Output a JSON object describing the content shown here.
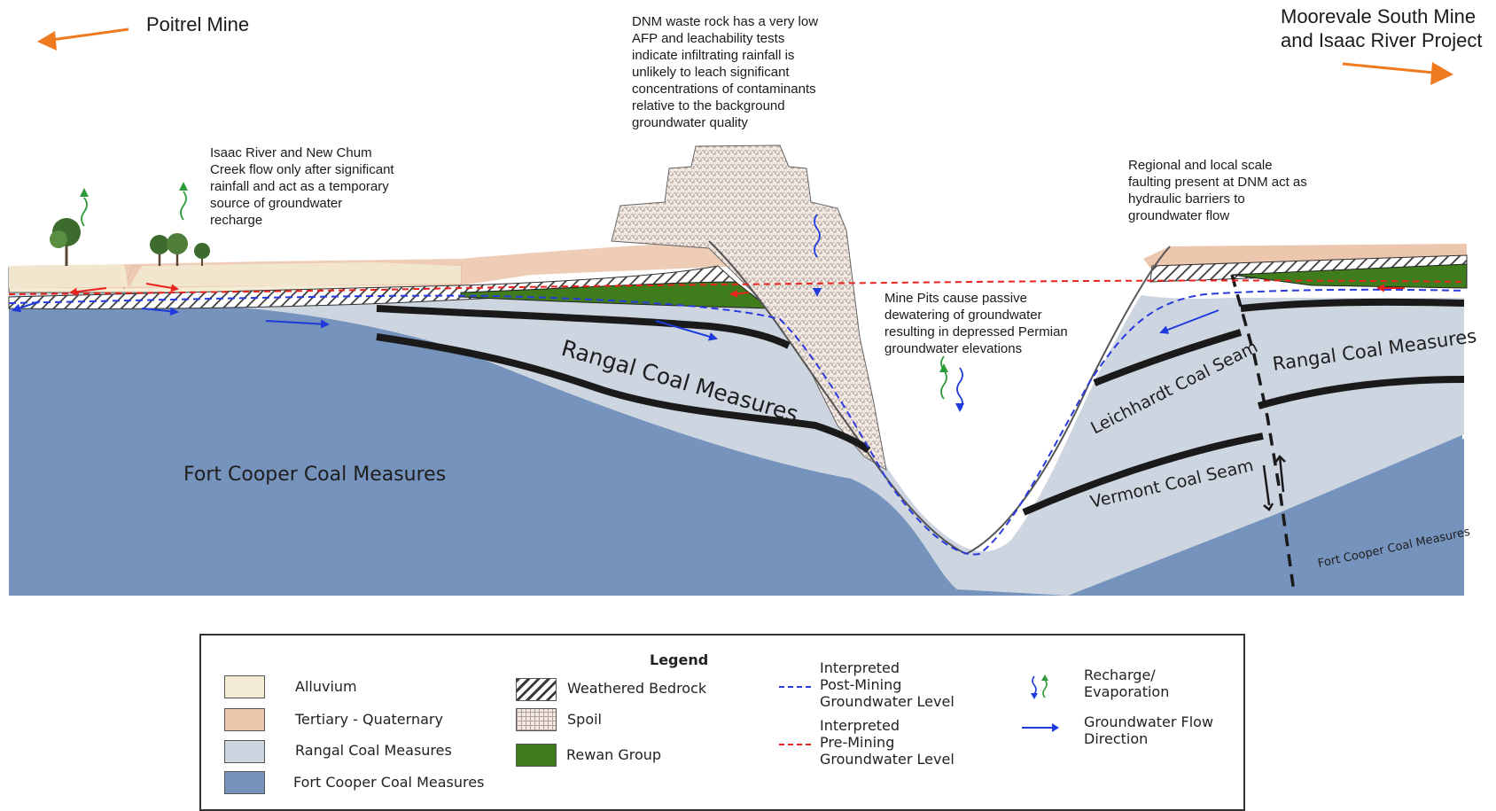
{
  "labels": {
    "poitrel": "Poitrel Mine",
    "moorevale": "Moorevale South Mine\nand Isaac River Project",
    "dnm_note": "DNM waste rock has a very low\nAFP and leachability tests\nindicate infiltrating rainfall is\nunlikely to leach significant\nconcentrations of contaminants\nrelative to the background\ngroundwater quality",
    "isaac_note": "Isaac River and New Chum\nCreek flow only after significant\nrainfall and act as a temporary\nsource of groundwater\nrecharge",
    "faulting_note": "Regional and local scale\nfaulting present at DNM act as\nhydraulic barriers to\ngroundwater flow",
    "pits_note": "Mine Pits cause passive\ndewatering of groundwater\nresulting in depressed Permian\ngroundwater elevations",
    "rangal_left": "Rangal Coal Measures",
    "rangal_right": "Rangal Coal Measures",
    "fort_cooper_left": "Fort Cooper Coal Measures",
    "fort_cooper_right": "Fort Cooper Coal Measures",
    "leichhardt": "Leichhardt Coal Seam",
    "vermont": "Vermont Coal Seam"
  },
  "legend": {
    "title": "Legend",
    "alluvium": "Alluvium",
    "tertiary": "Tertiary - Quaternary",
    "rangal": "Rangal Coal Measures",
    "fort_cooper": "Fort Cooper Coal Measures",
    "weathered": "Weathered Bedrock",
    "spoil": "Spoil",
    "rewan": "Rewan Group",
    "post_mining": "Interpreted\nPost-Mining\nGroundwater Level",
    "pre_mining": "Interpreted\nPre-Mining\nGroundwater Level",
    "recharge": "Recharge/\nEvaporation",
    "flow": "Groundwater Flow\nDirection"
  },
  "colors": {
    "alluvium": "#f3ebd3",
    "tertiary": "#ecc6ad",
    "rangal": "#cdd5e0",
    "fort_cooper": "#7593bc",
    "rewan": "#3f7d1c",
    "spoil": "#f2e8e2",
    "orange_arrow": "#f07a20",
    "post_mining_line": "#2a3adf",
    "pre_mining_line": "#e8231d",
    "flow_arrow": "#1f3bdc",
    "recharge_arrow": "#2e9b3a"
  }
}
